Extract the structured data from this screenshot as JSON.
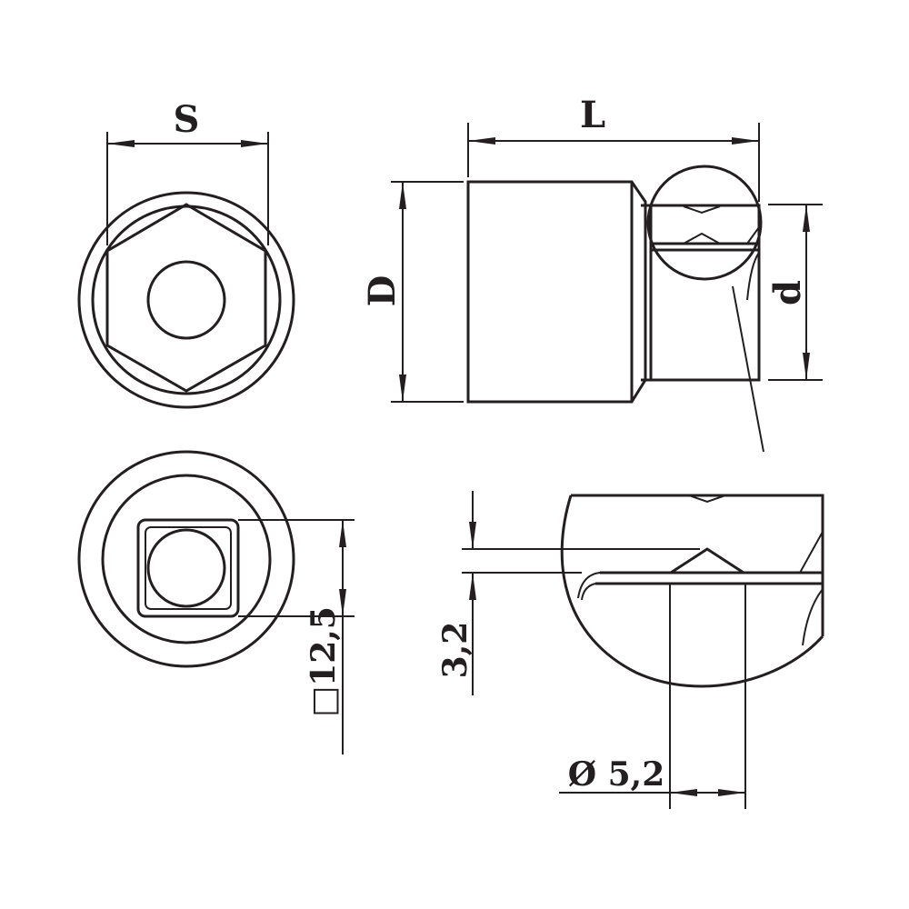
{
  "labels": {
    "s": "S",
    "l": "L",
    "d_outer": "D",
    "d_inner": "d",
    "square_drive": "□12,5",
    "depth": "3,2",
    "diameter": "Ø 5,2"
  },
  "colors": {
    "line": "#231f20",
    "background": "#ffffff"
  }
}
